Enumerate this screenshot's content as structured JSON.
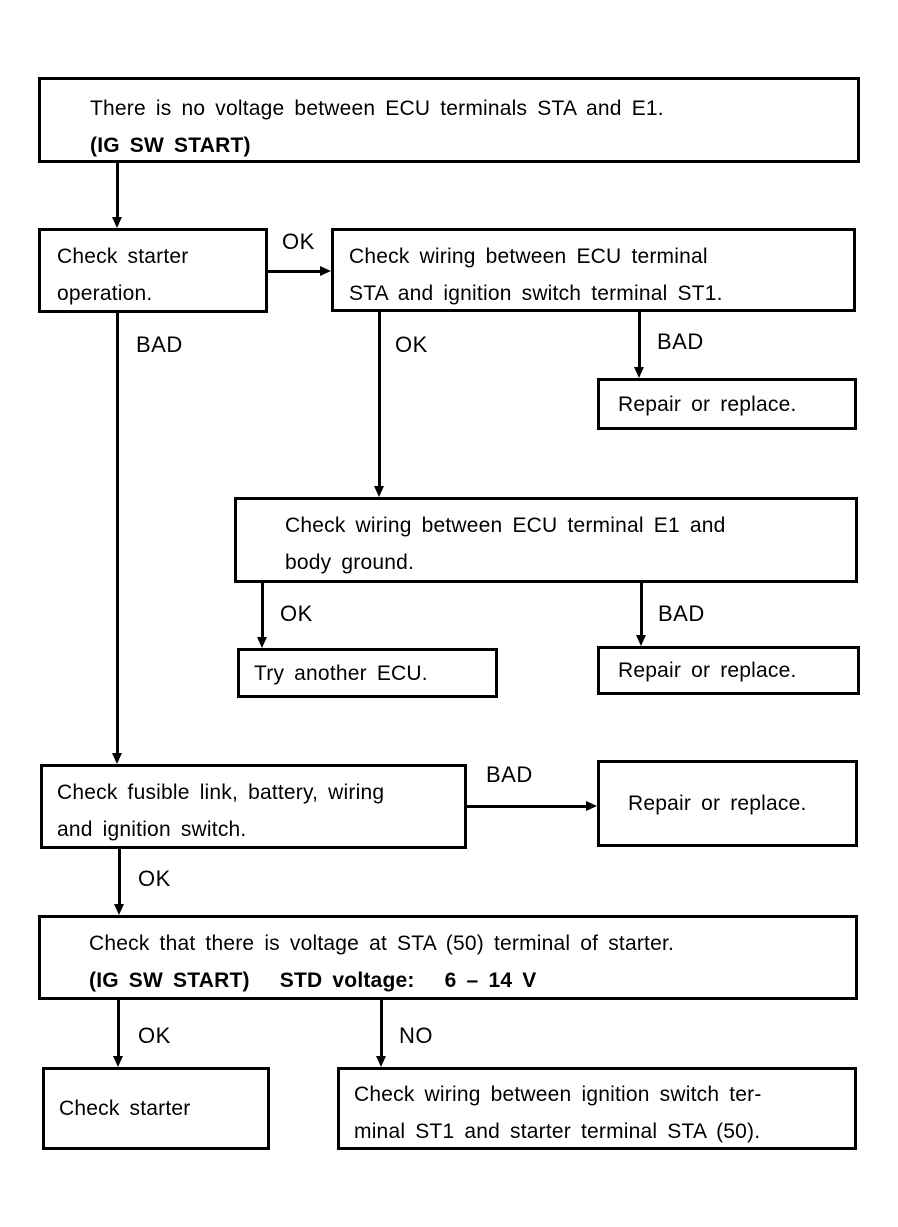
{
  "diagram": {
    "type": "flowchart",
    "background_color": "#ffffff",
    "line_color": "#000000",
    "nodes": {
      "a": {
        "line1": "There is no voltage between ECU terminals STA and E1.",
        "line2": "(IG SW START)"
      },
      "b": {
        "line1": "Check starter",
        "line2": "operation."
      },
      "c": {
        "line1": "Check wiring between ECU terminal",
        "line2": "STA and ignition switch terminal ST1."
      },
      "r1": {
        "text": "Repair or replace."
      },
      "d": {
        "line1": "Check wiring between ECU terminal E1 and",
        "line2": "body ground."
      },
      "e": {
        "text": "Try another ECU."
      },
      "r2": {
        "text": "Repair or replace."
      },
      "f": {
        "line1": "Check fusible link, battery, wiring",
        "line2": "and ignition switch."
      },
      "r3": {
        "text": "Repair or replace."
      },
      "h": {
        "line1": "Check that there is voltage at STA (50) terminal of starter.",
        "line2": "(IG SW START)   STD voltage:   6 – 14 V"
      },
      "i": {
        "text": "Check starter"
      },
      "j": {
        "line1": "Check wiring between ignition switch ter-",
        "line2": "minal ST1 and starter terminal STA (50)."
      }
    },
    "edges": [
      {
        "from": "a",
        "to": "b",
        "label": ""
      },
      {
        "from": "b",
        "to": "c",
        "label": "OK"
      },
      {
        "from": "b",
        "to": "f",
        "label": "BAD"
      },
      {
        "from": "c",
        "to": "r1",
        "label": "BAD"
      },
      {
        "from": "c",
        "to": "d",
        "label": "OK"
      },
      {
        "from": "d",
        "to": "e",
        "label": "OK"
      },
      {
        "from": "d",
        "to": "r2",
        "label": "BAD"
      },
      {
        "from": "f",
        "to": "r3",
        "label": "BAD"
      },
      {
        "from": "f",
        "to": "h",
        "label": "OK"
      },
      {
        "from": "h",
        "to": "i",
        "label": "OK"
      },
      {
        "from": "h",
        "to": "j",
        "label": "NO"
      }
    ]
  }
}
